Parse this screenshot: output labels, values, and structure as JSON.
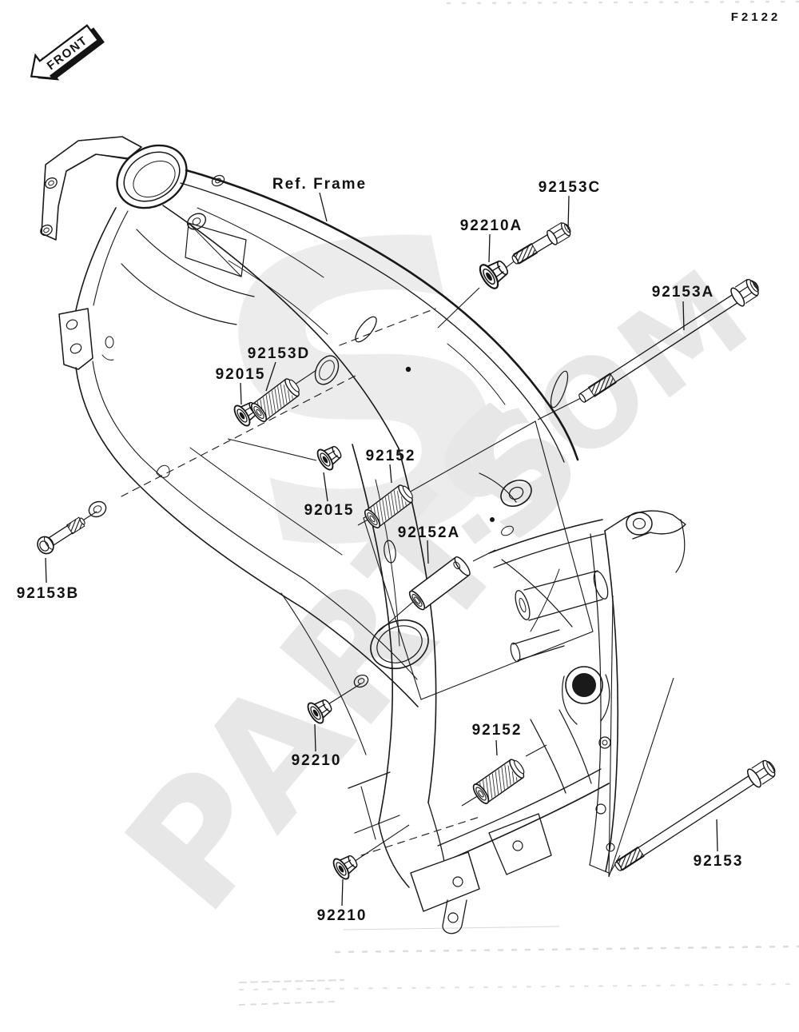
{
  "figure": {
    "code": "F2122"
  },
  "front_marker": {
    "label": "FRONT"
  },
  "watermark": {
    "letter": "S",
    "name": "PARTS",
    "suffix": ".COM"
  },
  "callouts": {
    "ref_frame": "Ref. Frame",
    "n92210a": "92210A",
    "n92153c": "92153C",
    "n92153a": "92153A",
    "n92153d": "92153D",
    "n92015_upper": "92015",
    "n92152_upper": "92152",
    "n92015_lower": "92015",
    "n92152a": "92152A",
    "n92153b": "92153B",
    "n92210_mid": "92210",
    "n92152_lower": "92152",
    "n92153": "92153",
    "n92210_bottom": "92210"
  }
}
